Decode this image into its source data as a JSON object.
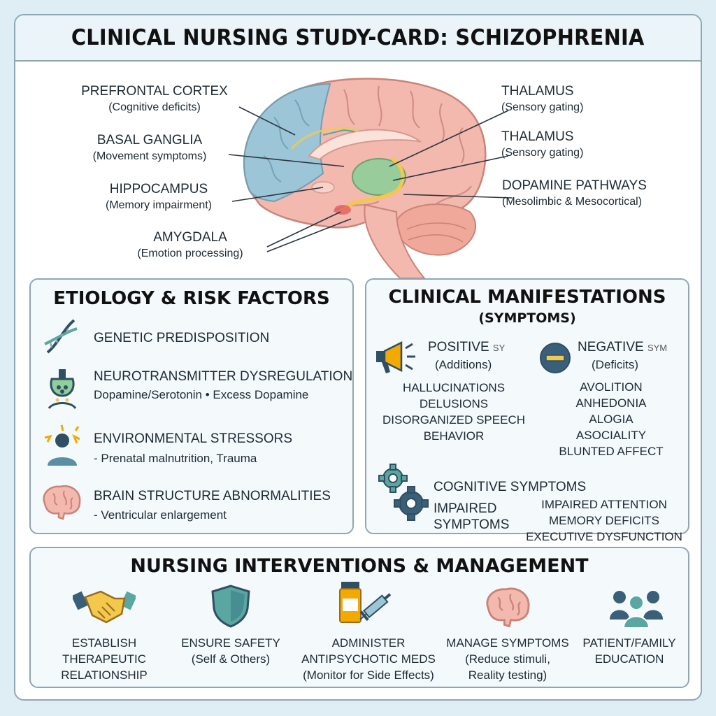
{
  "title": "CLINICAL NURSING STUDY-CARD: SCHIZOPHRENIA",
  "brain": {
    "left_labels": [
      {
        "name": "PREFRONTAL CORTEX",
        "desc": "(Cognitive deficits)"
      },
      {
        "name": "BASAL GANGLIA",
        "desc": "(Movement symptoms)"
      },
      {
        "name": "HIPPOCAMPUS",
        "desc": "(Memory impairment)"
      },
      {
        "name": "AMYGDALA",
        "desc": "(Emotion processing)"
      }
    ],
    "right_labels": [
      {
        "name": "THALAMUS",
        "desc": "(Sensory gating)"
      },
      {
        "name": "THALAMUS",
        "desc": "(Sensory gating)"
      },
      {
        "name": "DOPAMINE PATHWAYS",
        "desc": "(Mesolimbic & Mesocortical)"
      }
    ]
  },
  "etiology": {
    "heading": "ETIOLOGY & RISK FACTORS",
    "items": [
      {
        "icon": "dna-icon",
        "title": "GENETIC PREDISPOSITION",
        "detail": ""
      },
      {
        "icon": "neuron-synapse-icon",
        "title": "NEUROTRANSMITTER DYSREGULATION",
        "detail": "Dopamine/Serotonin • Excess Dopamine"
      },
      {
        "icon": "stressed-person-icon",
        "title": "ENVIRONMENTAL STRESSORS",
        "detail": "- Prenatal malnutrition, Trauma"
      },
      {
        "icon": "brain-icon",
        "title": "BRAIN STRUCTURE ABNORMALITIES",
        "detail": "- Ventricular enlargement"
      }
    ]
  },
  "manifestations": {
    "heading": "CLINICAL MANIFESTATIONS",
    "subheading": "(SYMPTOMS)",
    "positive": {
      "title": "POSITIVE",
      "suffix": "SY",
      "subtitle": "(Additions)",
      "items": [
        "HALLUCINATIONS",
        "DELUSIONS",
        "DISORGANIZED SPEECH",
        "BEHAVIOR"
      ]
    },
    "negative": {
      "title": "NEGATIVE",
      "suffix": "SYM",
      "subtitle": "(Deficits)",
      "items": [
        "AVOLITION",
        "ANHEDONIA",
        "ALOGIA",
        "ASOCIALITY",
        "BLUNTED AFFECT"
      ]
    },
    "cognitive": {
      "title": "COGNITIVE SYMPTOMS",
      "left": [
        "IMPAIRED",
        "SYMPTOMS"
      ],
      "right": [
        "IMPAIRED ATTENTION",
        "MEMORY DEFICITS",
        "EXECUTIVE DYSFUNCTION"
      ]
    }
  },
  "interventions": {
    "heading": "NURSING INTERVENTIONS & MANAGEMENT",
    "items": [
      {
        "icon": "handshake-icon",
        "lines": [
          "ESTABLISH",
          "THERAPEUTIC",
          "RELATIONSHIP"
        ]
      },
      {
        "icon": "shield-icon",
        "lines": [
          "ENSURE SAFETY",
          "(Self & Others)"
        ]
      },
      {
        "icon": "medication-syringe-icon",
        "lines": [
          "ADMINISTER",
          "ANTIPSYCHOTIC MEDS",
          "(Monitor for Side Effects)"
        ]
      },
      {
        "icon": "brain-icon",
        "lines": [
          "MANAGE SYMPTOMS",
          "(Reduce stimuli,",
          "Reality testing)"
        ]
      },
      {
        "icon": "family-group-icon",
        "lines": [
          "PATIENT/FAMILY",
          "EDUCATION"
        ]
      }
    ]
  },
  "colors": {
    "border": "#8fa7b4",
    "panel_bg": "#f4f9fc",
    "brain_pink": "#f3b8ae",
    "prefrontal_blue": "#9cc6d8",
    "thalamus_green": "#8fcf9a",
    "pathway_yellow": "#f2c94c",
    "accent_navy": "#2f4f63",
    "accent_teal": "#5aa6a0"
  }
}
